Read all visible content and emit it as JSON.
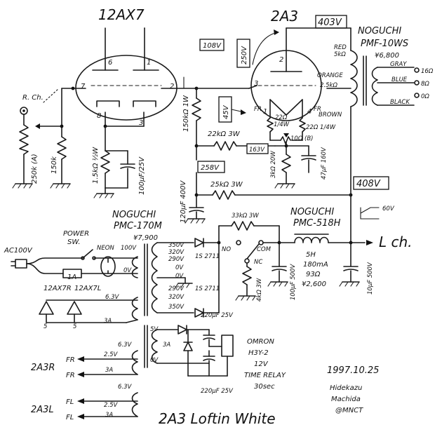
{
  "tubes": {
    "driver": "12AX7",
    "output": "2A3"
  },
  "pins": {
    "p6": "6",
    "p1": "1",
    "p7": "7",
    "p2": "2",
    "p8": "8",
    "p3": "3",
    "t2": "2",
    "t3": "3",
    "t1": "1",
    "t4": "4"
  },
  "voltages": {
    "v403": "403V",
    "v108": "108V",
    "v250": "250V",
    "v45": "45V",
    "v163": "163V",
    "v258": "258V",
    "v408": "408V",
    "v60": "60V"
  },
  "input": {
    "channel": "R. Ch.",
    "pot": "250k (A)",
    "grid_r": "150k"
  },
  "parts": {
    "r_cathode1": "1.5kΩ ½W",
    "c_cathode1": "100μF/25V",
    "r_plate1": "150kΩ 1W",
    "r_coupling": "22kΩ 3W",
    "fr_left": "FR",
    "fr_right": "FR",
    "r22a": "22Ω",
    "r22a_w": "1/4W",
    "r22b": "22Ω 1/4W",
    "r10": "10Ω (B)",
    "r_kathode2": "3kΩ 20W",
    "c_kathode2": "47μF 160V",
    "r_supply": "25kΩ 3W",
    "c_supply": "120μF 400V",
    "r_33k": "33kΩ 3W",
    "r_4k": "4kΩ 3W",
    "c_100": "100μF 500V",
    "c_10": "10μF 500V",
    "c_220a": "220μF 25V",
    "c_220b": "220μF 25V"
  },
  "output_transformer": {
    "brand": "NOGUCHI",
    "model": "PMF-10WS",
    "price": "¥6,800",
    "red": "RED",
    "red_ohm": "5kΩ",
    "orange": "ORANGE",
    "orange_ohm": "2.5kΩ",
    "brown": "BROWN",
    "gray": "GRAY",
    "blue": "BLUE",
    "black": "BLACK",
    "o16": "16Ω",
    "o8": "8Ω",
    "o0": "0Ω"
  },
  "power_transformer": {
    "brand": "NOGUCHI",
    "model": "PMC-170M",
    "price": "¥7,900",
    "taps": [
      "350V",
      "320V",
      "290V",
      "0V",
      "0V",
      "290V",
      "320V",
      "350V"
    ],
    "h_taps": [
      "100V",
      "0V"
    ]
  },
  "choke": {
    "brand": "NOGUCHI",
    "model": "PMC-518H",
    "spec1": "5H",
    "spec2": "180mA",
    "spec3": "93Ω",
    "price": "¥2,600"
  },
  "power": {
    "ac": "AC100V",
    "sw": "POWER",
    "sw2": "SW.",
    "fuse": "1A",
    "neon": "NEON",
    "diode1": "1S 2711",
    "diode2": "1S 2711",
    "lch": "L ch."
  },
  "relay": {
    "no": "NO",
    "com": "COM",
    "nc": "NC",
    "brand": "OMRON",
    "model": "H3Y-2",
    "volt": "12V",
    "name": "TIME RELAY",
    "time": "30sec",
    "v5": "5V",
    "a3": "3A",
    "v0": "0V"
  },
  "heaters": {
    "l1": "12AX7R",
    "l2": "12AX7L",
    "h63a": "6.3V",
    "h3a": "3A",
    "n5a": "5",
    "n5b": "5",
    "l2a3r": "2A3R",
    "l2a3l": "2A3L",
    "fr": "FR",
    "fr2": "FR",
    "fl": "FL",
    "fl2": "FL",
    "h63b": "6.3V",
    "h25b": "2.5V",
    "h3b": "3A",
    "h63c": "6.3V",
    "h25c": "2.5V",
    "h3c": "3A"
  },
  "footer": {
    "title": "2A3 Loftin White",
    "date": "1997.10.25",
    "author1": "Hidekazu",
    "author2": "Machida",
    "author3": "@MNCT"
  }
}
